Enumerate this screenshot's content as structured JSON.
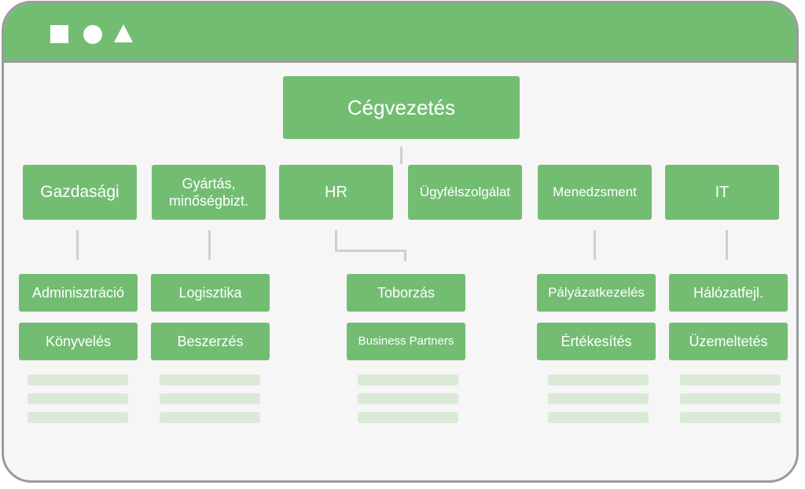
{
  "window": {
    "title_shapes": [
      "square-icon",
      "circle-icon",
      "triangle-icon"
    ],
    "colors": {
      "box": "#73bd73",
      "frame": "#9a9a9a",
      "background": "#f6f6f6",
      "placeholder": "#dbead7",
      "connector": "#cfcfcf"
    }
  },
  "org": {
    "root": "Cégvezetés",
    "departments": [
      {
        "label": "Gazdasági",
        "children": [
          "Adminisztráció",
          "Könyvelés"
        ]
      },
      {
        "label": "Gyártás, minőségbizt.",
        "children": [
          "Logisztika",
          "Beszerzés"
        ]
      },
      {
        "label": "HR",
        "children": [
          "Toborzás",
          "Business Partners"
        ]
      },
      {
        "label": "Ügyfélszolgálat",
        "children": []
      },
      {
        "label": "Menedzsment",
        "children": [
          "Pályázatkezelés",
          "Értékesítés"
        ]
      },
      {
        "label": "IT",
        "children": [
          "Hálózatfejl.",
          "Üzemeltetés"
        ]
      }
    ]
  }
}
